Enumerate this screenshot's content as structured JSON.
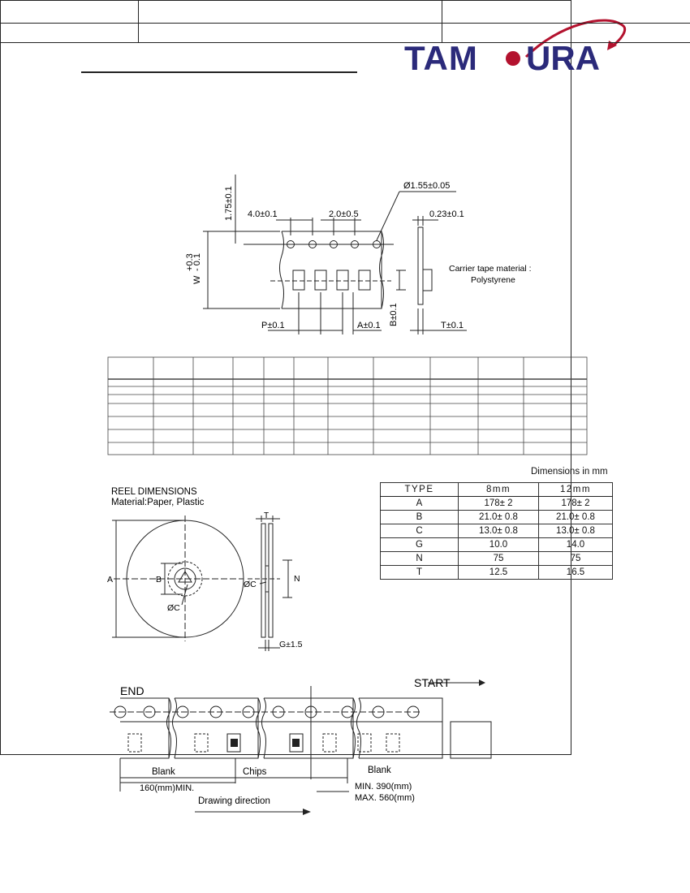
{
  "brand": {
    "name": "TAMURA",
    "color": "#2b2a7a",
    "accent": "#b3122e"
  },
  "tape_diagram": {
    "dims": {
      "d175": "1.75±0.1",
      "d40": "4.0±0.1",
      "d20": "2.0±0.5",
      "hole": "Ø1.55±0.05",
      "d023": "0.23±0.1",
      "w": "W",
      "w_tol_plus": "+0.3",
      "w_tol_minus": "- 0.1",
      "p": "P±0.1",
      "a": "A±0.1",
      "b": "B±0.1",
      "t": "T±0.1"
    },
    "material_line1": "Carrier tape material :",
    "material_line2": "Polystyrene"
  },
  "blank_table": {
    "rows": 7,
    "cols": 11
  },
  "units_note": "Dimensions in mm",
  "reel_title": "REEL DIMENSIONS",
  "reel_material": "Material:Paper, Plastic",
  "reel_labels": {
    "t": "T",
    "a": "A",
    "b": "B",
    "c": "ØC",
    "c2": "ØC",
    "n": "N",
    "g": "G±1.5"
  },
  "reel_table": {
    "headers": [
      "TYPE",
      "8mm",
      "12mm"
    ],
    "rows": [
      [
        "A",
        "178± 2",
        "178± 2"
      ],
      [
        "B",
        "21.0± 0.8",
        "21.0± 0.8"
      ],
      [
        "C",
        "13.0± 0.8",
        "13.0± 0.8"
      ],
      [
        "G",
        "10.0",
        "14.0"
      ],
      [
        "N",
        "75",
        "75"
      ],
      [
        "T",
        "12.5",
        "16.5"
      ]
    ]
  },
  "leader": {
    "end": "END",
    "start": "START",
    "blank1": "Blank",
    "chips": "Chips",
    "blank2": "Blank",
    "min160": "160(mm)MIN.",
    "min390": "MIN.  390(mm)",
    "max560": "MAX.  560(mm)",
    "direction": "Drawing direction"
  }
}
